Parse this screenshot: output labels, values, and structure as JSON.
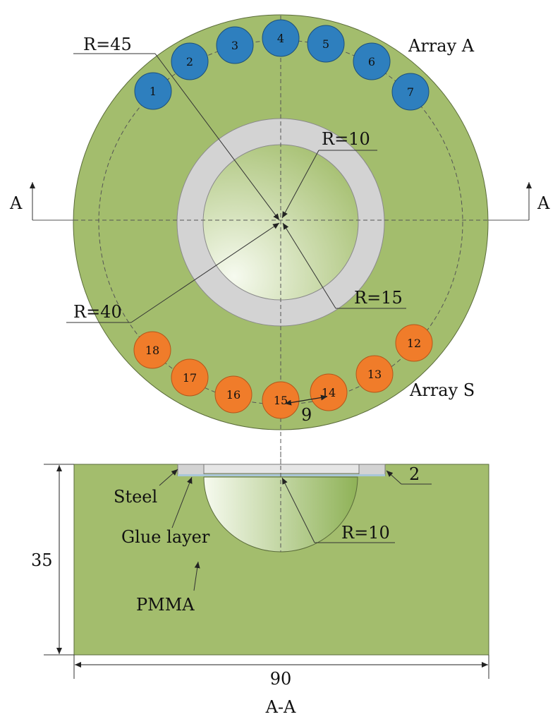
{
  "array_a": {
    "label": "Array A",
    "sensors": [
      "1",
      "2",
      "3",
      "4",
      "5",
      "6",
      "7"
    ],
    "color": "#2e7fbe"
  },
  "array_s": {
    "label": "Array S",
    "sensors": [
      "12",
      "13",
      "14",
      "15",
      "16",
      "17",
      "18"
    ],
    "color": "#f07c2a"
  },
  "radii": {
    "r45": "R=45",
    "r10_top": "R=10",
    "r15": "R=15",
    "r40": "R=40",
    "r10_section": "R=10"
  },
  "section_marker": "A",
  "spacing_label": "9",
  "section": {
    "title": "A-A",
    "steel": "Steel",
    "glue": "Glue layer",
    "pmma": "PMMA",
    "thickness": "2",
    "height": "35",
    "width": "90"
  },
  "colors": {
    "pmma": "#a3bd6d",
    "steel": "#d3d3d3",
    "outline": "#5a6b3a"
  }
}
